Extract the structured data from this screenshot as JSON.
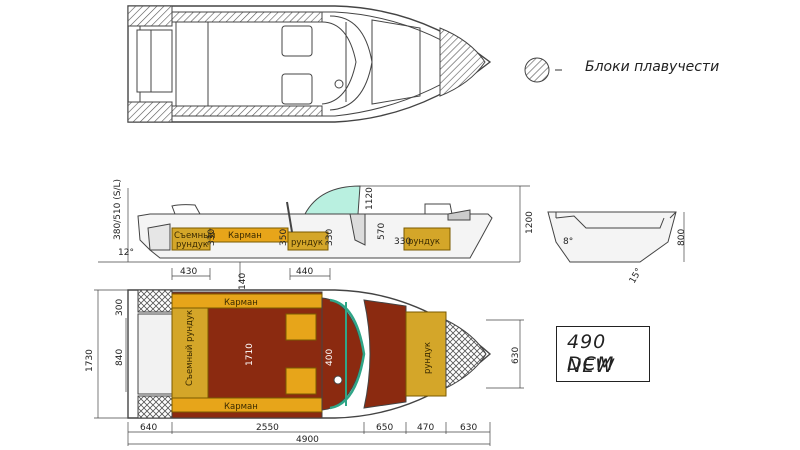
{
  "legend": {
    "icon": "hatched-circle-icon",
    "text": "Блоки плавучести"
  },
  "model": {
    "line1": "490 DCM",
    "line2": "NEW"
  },
  "side_view": {
    "labels": {
      "pocket": "Карман",
      "removable_chest_1": "Съемный",
      "removable_chest_2": "рундук",
      "chest": "рундук",
      "chest_2": "рундук"
    },
    "dims": {
      "height_total": "380/510 (S/L)",
      "windshield": "1120",
      "height_right": "1200",
      "d_330a": "330",
      "d_350": "350",
      "d_330b": "330",
      "d_570": "570",
      "d_330c": "330",
      "d_430": "430",
      "d_140": "140",
      "d_440": "440",
      "angle": "12°"
    }
  },
  "section_view": {
    "dims": {
      "height": "800",
      "angle_left": "8°",
      "angle_bottom": "15°"
    }
  },
  "plan_view": {
    "labels": {
      "pocket_top": "Карман",
      "pocket_bottom": "Карман",
      "removable_chest": "Съемный рундук",
      "chest": "рундук"
    },
    "dims": {
      "width_total": "1730",
      "width_inner": "840",
      "d_300": "300",
      "d_1710": "1710",
      "d_400": "400",
      "d_630_right": "630",
      "d_640": "640",
      "d_2550": "2550",
      "d_650": "650",
      "d_470": "470",
      "d_630": "630",
      "length": "4900"
    }
  },
  "colors": {
    "deck": "#8b2a10",
    "bench": "#e7a51a",
    "chest": "#d4a629",
    "line": "#4a4a4a",
    "hull_fill": "#f2f2f2",
    "glass": "#b9f0e0"
  }
}
